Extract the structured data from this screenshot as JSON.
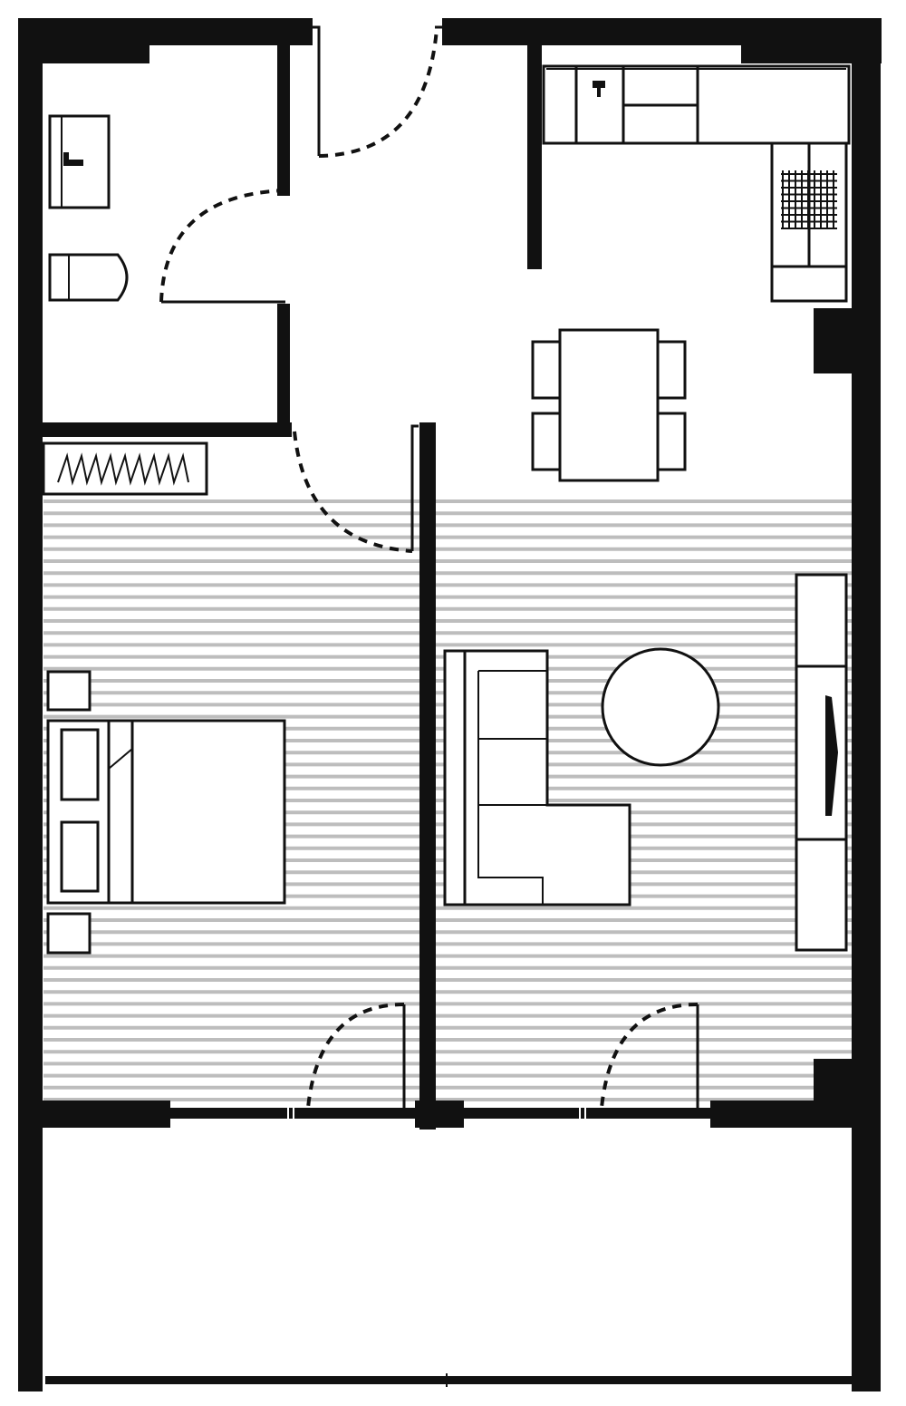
{
  "plan": {
    "colors": {
      "wall": "#111111",
      "floor_hatch": "#bdbdbd",
      "background": "#ffffff"
    },
    "rooms": [
      "bathroom",
      "entry-hall",
      "kitchen",
      "dining",
      "bedroom",
      "living-room",
      "balcony"
    ],
    "furniture": [
      "vanity",
      "toilet",
      "kitchen-counter",
      "sink",
      "refrigerator",
      "dining-table",
      "dining-chairs",
      "wardrobe",
      "bed",
      "nightstands",
      "sofa",
      "round-coffee-table",
      "tv-console"
    ]
  }
}
